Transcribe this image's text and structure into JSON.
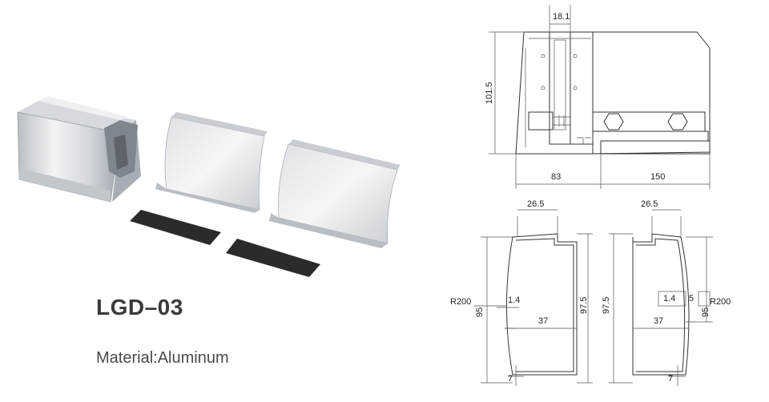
{
  "product": {
    "model": "LGD–03",
    "material": "Material:Aluminum"
  },
  "drawing": {
    "top_view": {
      "dim_width_top": "18.1",
      "dim_height": "101.5",
      "dim_left": "83",
      "dim_right": "150"
    },
    "section_left": {
      "dim_top": "26.5",
      "dim_radius": "R200",
      "dim_gap": "1.4",
      "dim_inner": "37",
      "dim_left_h": "95",
      "dim_right_h": "97.5",
      "dim_bottom": "7"
    },
    "section_right": {
      "dim_top": "26.5",
      "dim_radius": "R200",
      "dim_gap": "1.4",
      "dim_inner": "37",
      "dim_left_h": "97.5",
      "dim_right_h": "95",
      "dim_bottom": "7",
      "dim_small": "5"
    }
  }
}
